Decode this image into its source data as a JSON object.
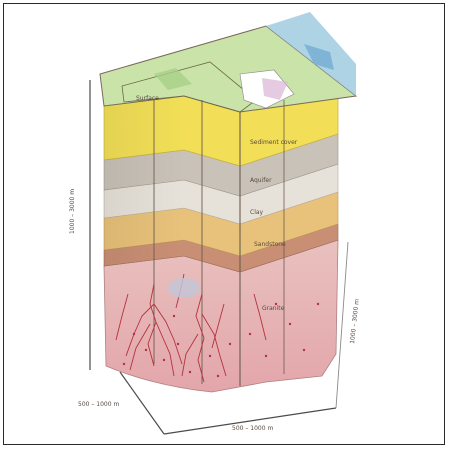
{
  "figure": {
    "description_labels": {
      "height_dim": "1000 – 3000 m",
      "width_dim_left": "500 – 1000 m",
      "width_dim_right": "500 – 1000 m",
      "right_side_label": "1000 – 3000 m",
      "layer_1": "Sediment cover",
      "layer_2": "Aquifer",
      "layer_3": "Clay",
      "layer_4": "Sandstone",
      "layer_5": "Granite",
      "top_surface_label": "Surface"
    },
    "colors": {
      "top_surface": "#bfe0a3",
      "yellow_band": "#f2df57",
      "grey_band": "#c9c2b8",
      "light_band": "#e7e2d9",
      "tan_band": "#e8c27a",
      "brown_band": "#c98f74",
      "basement": "#e7b3b5",
      "basement_dark": "#d38b8f",
      "fractures": "#b4323e",
      "outline": "#7a6a5b"
    }
  }
}
